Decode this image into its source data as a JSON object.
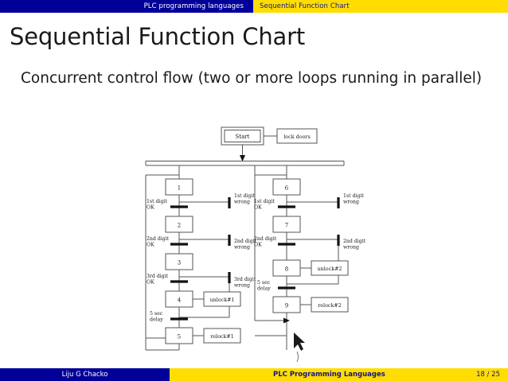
{
  "header": {
    "breadcrumb_section": "PLC programming languages",
    "breadcrumb_subsection": "Sequential Function Chart",
    "bar_blue": "#000099",
    "bar_yellow": "#ffdd00"
  },
  "slide": {
    "title": "Sequential Function Chart",
    "body": "Concurrent control flow (two or more loops running in parallel)"
  },
  "diagram": {
    "start_label": "Start",
    "start_action": "lock doors",
    "branch_left": {
      "steps": [
        "1",
        "2",
        "3",
        "4",
        "5"
      ],
      "actions": {
        "step4": "unlock#1",
        "step5": "relock#1"
      },
      "transitions_ok": [
        "1st digit OK",
        "2nd digit OK",
        "3rd digit OK",
        "5 sec delay"
      ],
      "transitions_wrong": [
        "1st digit wrong",
        "2nd digit wrong",
        "3rd digit wrong"
      ]
    },
    "branch_right": {
      "steps": [
        "6",
        "7",
        "8",
        "9"
      ],
      "actions": {
        "step8": "unlock#2",
        "step9": "relock#2"
      },
      "transitions_ok": [
        "1st digit OK",
        "2nd digit OK",
        "5 sec delay"
      ],
      "transitions_wrong": [
        "1st digit wrong",
        "2nd digit wrong"
      ]
    }
  },
  "footer": {
    "author": "Liju G Chacko",
    "presentation_title": "PLC Programming Languages",
    "page": "18 / 25"
  }
}
